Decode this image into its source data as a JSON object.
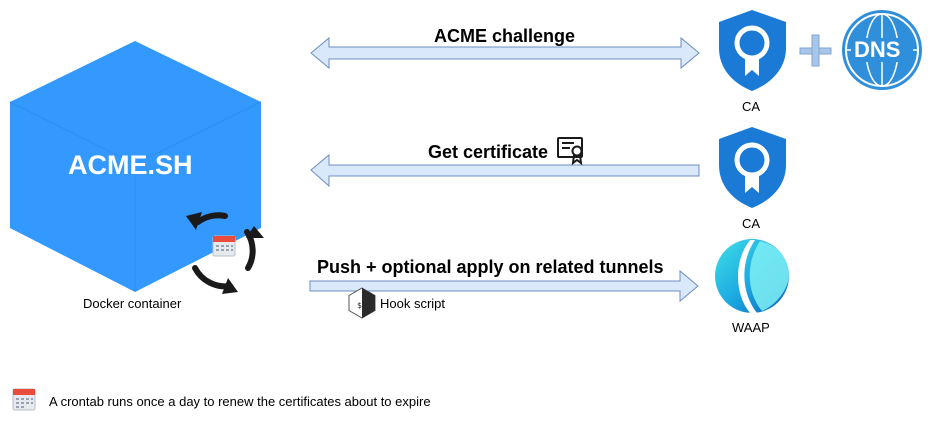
{
  "container": {
    "title": "ACME.SH",
    "caption": "Docker container"
  },
  "flows": [
    {
      "label": "ACME challenge",
      "direction": "both"
    },
    {
      "label": "Get certificate",
      "direction": "left"
    },
    {
      "label": "Push + optional apply on related tunnels",
      "direction": "right"
    }
  ],
  "hook_label": "Hook script",
  "nodes": {
    "ca1": "CA",
    "ca2": "CA",
    "waap": "WAAP",
    "dns": "DNS",
    "plus": "+"
  },
  "legend": {
    "text": "A crontab runs once a day to renew the certificates about to expire"
  },
  "colors": {
    "cube": "#3399ff",
    "arrow_fill": "#dae8fc",
    "arrow_stroke": "#6c8ebf",
    "shield": "#1b7ad6",
    "dns": "#2f8fdb",
    "calendar_red": "#e94b3c"
  },
  "icons": [
    "cycle-arrows-icon",
    "calendar-icon",
    "certificate-icon",
    "shield-badge-icon",
    "dns-globe-icon",
    "waap-logo-icon",
    "bash-icon"
  ]
}
